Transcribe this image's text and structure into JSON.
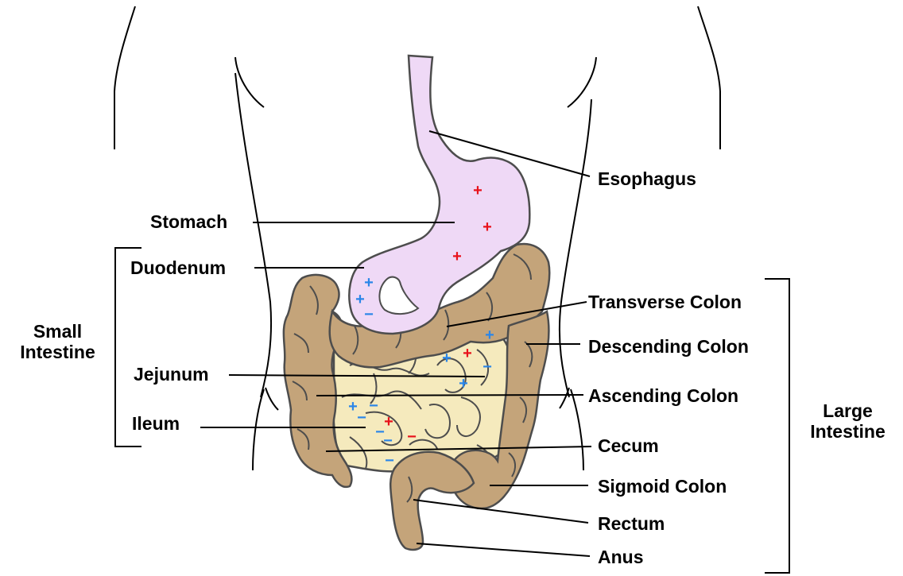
{
  "labels": {
    "esophagus": "Esophagus",
    "stomach": "Stomach",
    "duodenum": "Duodenum",
    "transverse_colon": "Transverse Colon",
    "descending_colon": "Descending Colon",
    "jejunum": "Jejunum",
    "ascending_colon": "Ascending Colon",
    "ileum": "Ileum",
    "cecum": "Cecum",
    "sigmoid_colon": "Sigmoid Colon",
    "rectum": "Rectum",
    "anus": "Anus"
  },
  "groups": {
    "small_intestine": "Small\nIntestine",
    "large_intestine": "Large\nIntestine"
  },
  "charges": {
    "plus": "+",
    "minus": "−"
  },
  "colors": {
    "stomach": "#efd9f6",
    "colon": "#c4a47a",
    "small_intestine": "#f5eabd",
    "outline": "#4d4d4d",
    "positive_acidic": "#e8121b",
    "positive_other": "#2b86e8",
    "negative": "#2b86e8",
    "negative_red": "#e8121b"
  }
}
